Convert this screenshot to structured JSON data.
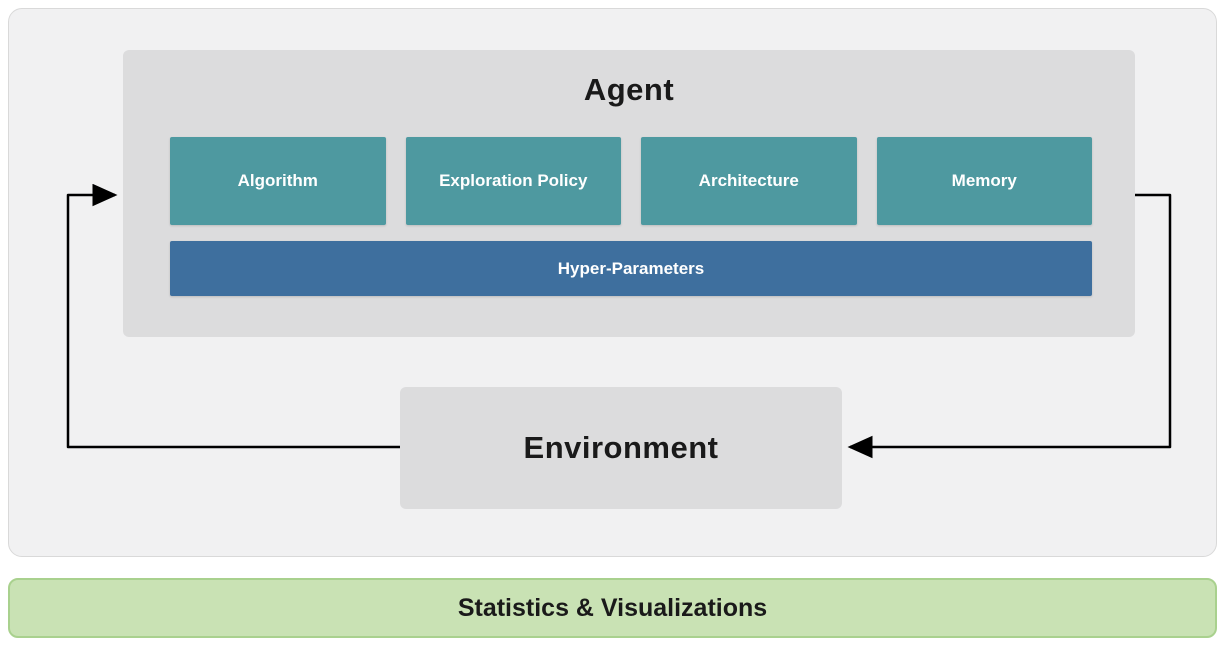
{
  "colors": {
    "outer_bg": "#f1f1f2",
    "outer_border": "#d9d9d9",
    "panel_gray": "#dcdcdd",
    "teal": "#4e99a0",
    "blue": "#3e6f9e",
    "green_bg": "#c9e2b4",
    "green_border": "#a9d18e",
    "arrow": "#000000",
    "title_text": "#1a1a1a",
    "box_text": "#ffffff"
  },
  "agent": {
    "title": "Agent",
    "components": [
      {
        "label": "Algorithm"
      },
      {
        "label": "Exploration Policy"
      },
      {
        "label": "Architecture"
      },
      {
        "label": "Memory"
      }
    ],
    "hyper_parameters_label": "Hyper-Parameters"
  },
  "environment": {
    "title": "Environment"
  },
  "footer": {
    "label": "Statistics & Visualizations"
  }
}
